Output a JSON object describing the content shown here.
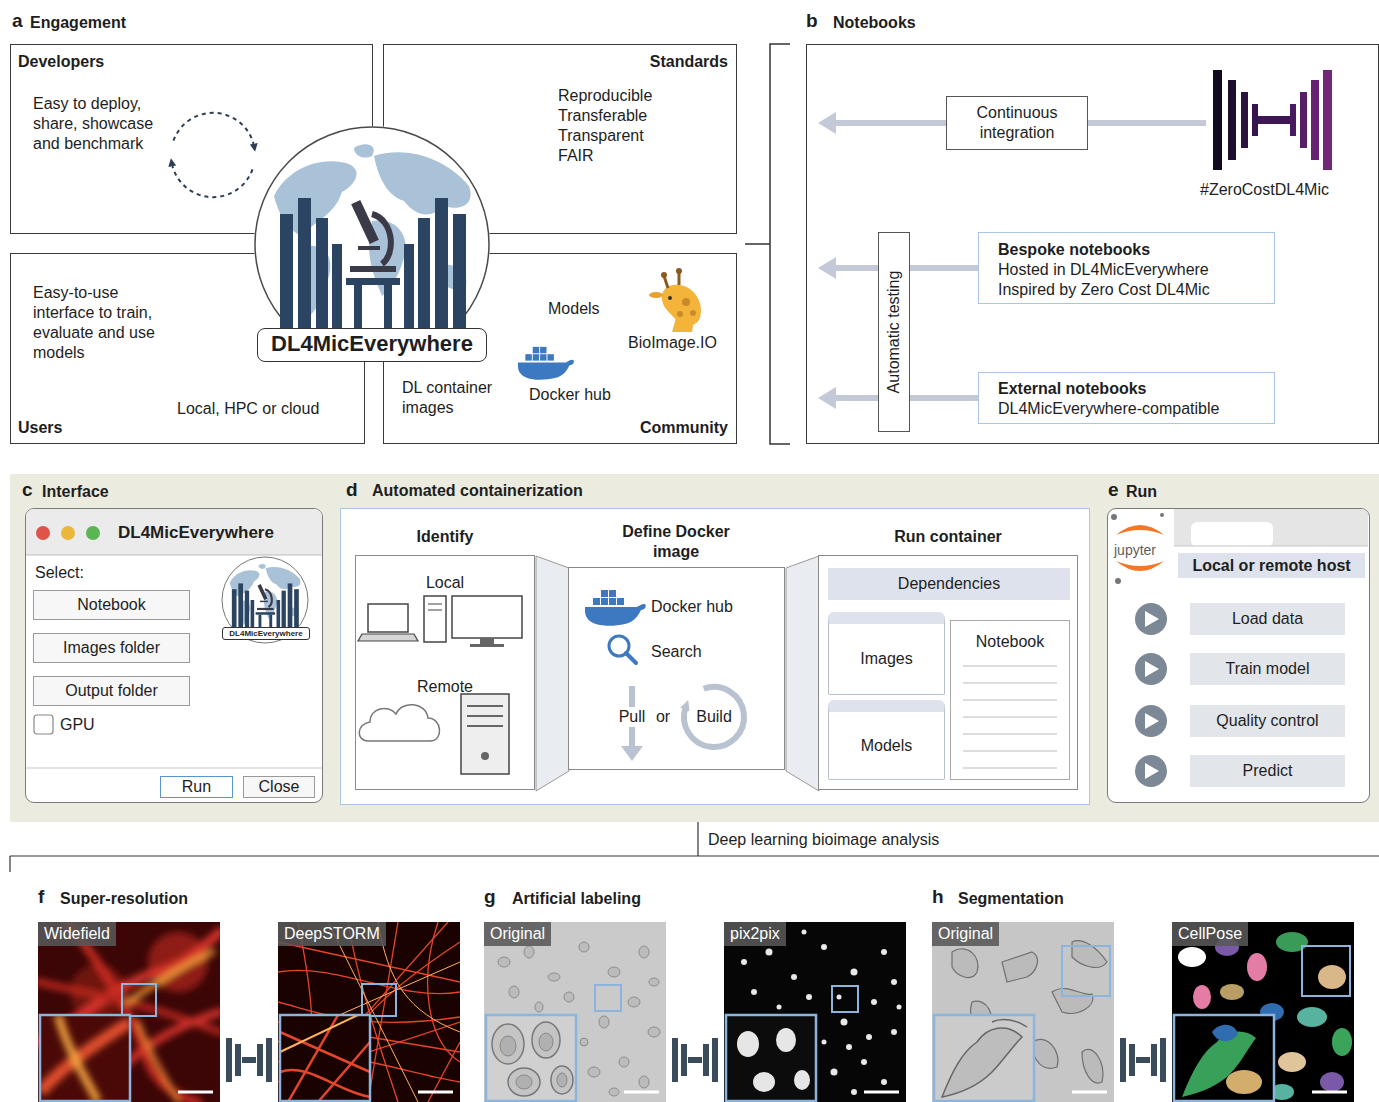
{
  "diagram": {
    "nodes": [
      {
        "text": [
          "Developers",
          "Easy to deploy, share, showcase and benchmark"
        ]
      },
      {
        "text": [
          "Standards",
          "Reproducible",
          "Transferable",
          "Transparent",
          "FAIR"
        ]
      },
      {
        "text": [
          "Easy-to-use interface to train, evaluate and use models",
          "Local, HPC or cloud",
          "Users"
        ]
      },
      {
        "text": [
          "Models",
          "BioImage.IO",
          "DL container images",
          "Docker hub",
          "Community"
        ]
      },
      {
        "text": [
          "DL4MicEverywhere"
        ]
      },
      {
        "text": [
          "Notebooks"
        ]
      },
      {
        "text": [
          "Continuous integration"
        ],
        "in": 5
      },
      {
        "text": [
          "Automatic testing"
        ],
        "in": 5
      },
      {
        "text": [
          "Bespoke notebooks",
          "Hosted in DL4MicEverywhere",
          "Inspired by Zero Cost DL4Mic"
        ],
        "in": 5
      },
      {
        "text": [
          "External notebooks",
          "DL4MicEverywhere-compatible"
        ],
        "in": 5
      },
      {
        "text": [
          "DL4MicEverywhere",
          "Select:"
        ]
      },
      {
        "text": [
          "Notebook"
        ],
        "in": 10
      },
      {
        "text": [
          "Images folder"
        ],
        "in": 10
      },
      {
        "text": [
          "Output folder"
        ],
        "in": 10
      },
      {
        "text": [
          "Run"
        ],
        "in": 10
      },
      {
        "text": [
          "Close"
        ],
        "in": 10
      },
      {
        "text": [
          "Automated containerization"
        ]
      },
      {
        "text": [
          "Identify",
          "Local",
          "Remote"
        ],
        "in": 16
      },
      {
        "text": [
          "Define Docker image",
          "Docker hub",
          "Search",
          "Pull",
          "or",
          "Build"
        ],
        "in": 16
      },
      {
        "text": [
          "Run container"
        ],
        "in": 16
      },
      {
        "text": [
          "Dependencies"
        ],
        "in": 19
      },
      {
        "text": [
          "Images"
        ],
        "in": 19
      },
      {
        "text": [
          "Models"
        ],
        "in": 19
      },
      {
        "text": [
          "Notebook"
        ],
        "in": 19
      },
      {
        "text": [
          "Local or remote host"
        ]
      },
      {
        "text": [
          "Load data"
        ],
        "in": 24
      },
      {
        "text": [
          "Train model"
        ],
        "in": 24
      },
      {
        "text": [
          "Quality control"
        ],
        "in": 24
      },
      {
        "text": [
          "Predict"
        ],
        "in": 24
      },
      {
        "text": [
          "Widefield"
        ]
      },
      {
        "text": [
          "DeepSTORM"
        ]
      },
      {
        "text": [
          "Original"
        ]
      },
      {
        "text": [
          "pix2pix"
        ]
      },
      {
        "text": [
          "Original"
        ]
      },
      {
        "text": [
          "CellPose"
        ]
      }
    ],
    "edges": [
      {
        "from": 8,
        "to": 7,
        "arrow": "none"
      },
      {
        "from": 9,
        "to": 7,
        "arrow": "none"
      }
    ],
    "labels": [
      "a",
      "Engagement",
      "b",
      "#ZeroCostDL4Mic",
      "c",
      "Interface",
      "GPU",
      "DL4MicEverywhere",
      "d",
      "e",
      "Run",
      "jupyter",
      "Deep learning bioimage analysis",
      "f",
      "Super-resolution",
      "g",
      "Artificial labeling",
      "h",
      "Segmentation"
    ]
  }
}
